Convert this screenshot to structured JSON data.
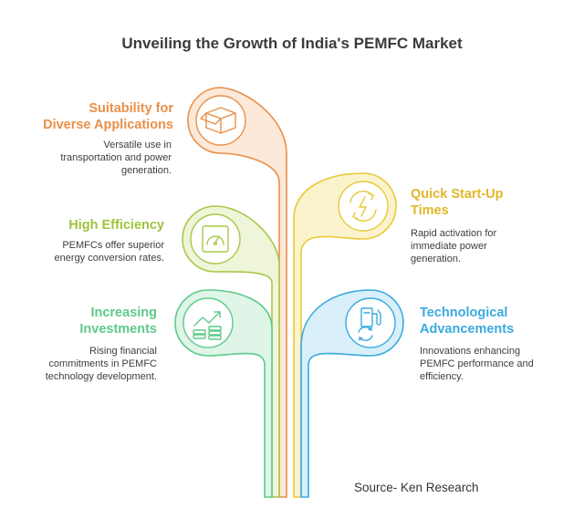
{
  "title": "Unveiling the Growth of India's PEMFC Market",
  "items": [
    {
      "heading_lines": [
        "Suitability for",
        "Diverse Applications"
      ],
      "description_lines": [
        "Versatile use in",
        "transportation and power",
        "generation."
      ],
      "color": "#e8904a",
      "fill": "#fde9d9",
      "icon": "box-open-icon"
    },
    {
      "heading_lines": [
        "Quick Start-Up",
        "Times"
      ],
      "description_lines": [
        "Rapid activation for",
        "immediate power",
        "generation."
      ],
      "color": "#e8c93a",
      "fill": "#fbf3cc",
      "icon": "refresh-bolt-icon"
    },
    {
      "heading_lines": [
        "High Efficiency"
      ],
      "description_lines": [
        "PEMFCs offer superior",
        "energy conversion rates."
      ],
      "color": "#a9c84a",
      "fill": "#eef5d8",
      "icon": "gauge-icon"
    },
    {
      "heading_lines": [
        "Increasing",
        "Investments"
      ],
      "description_lines": [
        "Rising financial",
        "commitments in PEMFC",
        "technology development."
      ],
      "color": "#5fc98a",
      "fill": "#def5e7",
      "icon": "growth-chart-coins-icon"
    },
    {
      "heading_lines": [
        "Technological",
        "Advancements"
      ],
      "description_lines": [
        "Innovations enhancing",
        "PEMFC performance and",
        "efficiency."
      ],
      "color": "#3aaadf",
      "fill": "#d9eff9",
      "icon": "fuel-pump-cycle-icon"
    }
  ],
  "source": "Source- Ken Research"
}
